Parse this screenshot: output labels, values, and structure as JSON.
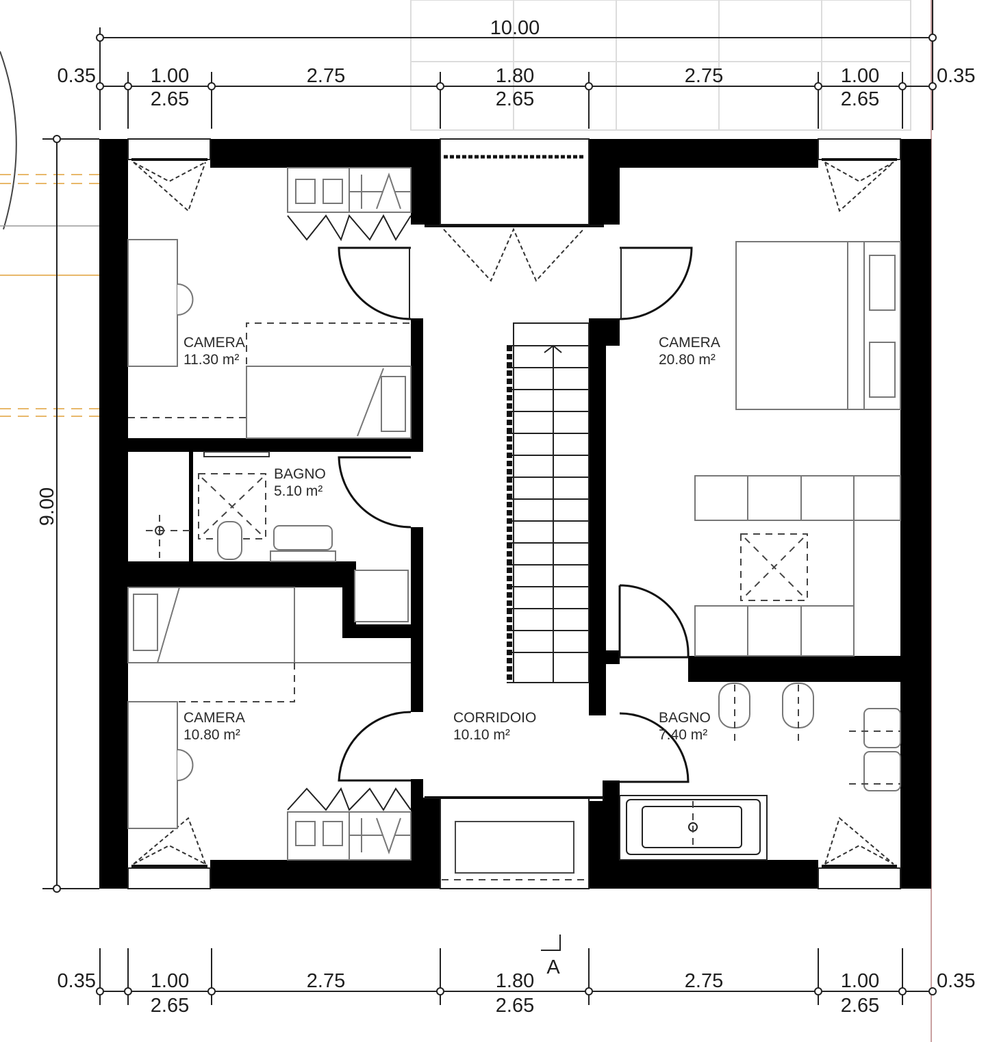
{
  "drawing": {
    "type": "floor-plan",
    "overall_width": "10.00",
    "overall_depth": "9.00",
    "section_marker": "A"
  },
  "dimensions_top": {
    "total": "10.00",
    "upper_row": [
      "0.35",
      "1.00",
      "2.75",
      "1.80",
      "2.75",
      "1.00",
      "0.35"
    ],
    "lower_row": [
      "2.65",
      "2.65",
      "2.65"
    ]
  },
  "dimensions_bottom": {
    "upper_row": [
      "0.35",
      "1.00",
      "2.75",
      "1.80",
      "2.75",
      "1.00",
      "0.35"
    ],
    "lower_row": [
      "2.65",
      "2.65",
      "2.65"
    ]
  },
  "dimensions_left": {
    "total": "9.00"
  },
  "rooms": [
    {
      "id": "camera-1",
      "name": "CAMERA",
      "area": "11.30 m²"
    },
    {
      "id": "bagno-1",
      "name": "BAGNO",
      "area": "5.10 m²"
    },
    {
      "id": "camera-2",
      "name": "CAMERA",
      "area": "10.80 m²"
    },
    {
      "id": "corridoio",
      "name": "CORRIDOIO",
      "area": "10.10 m²"
    },
    {
      "id": "camera-3",
      "name": "CAMERA",
      "area": "20.80 m²"
    },
    {
      "id": "bagno-2",
      "name": "BAGNO",
      "area": "7.40 m²"
    }
  ],
  "colors": {
    "wall": "#000000",
    "line": "#444444",
    "furniture": "#777777",
    "guide_orange": "#e8b86a",
    "guide_red": "#c9a0a0"
  }
}
